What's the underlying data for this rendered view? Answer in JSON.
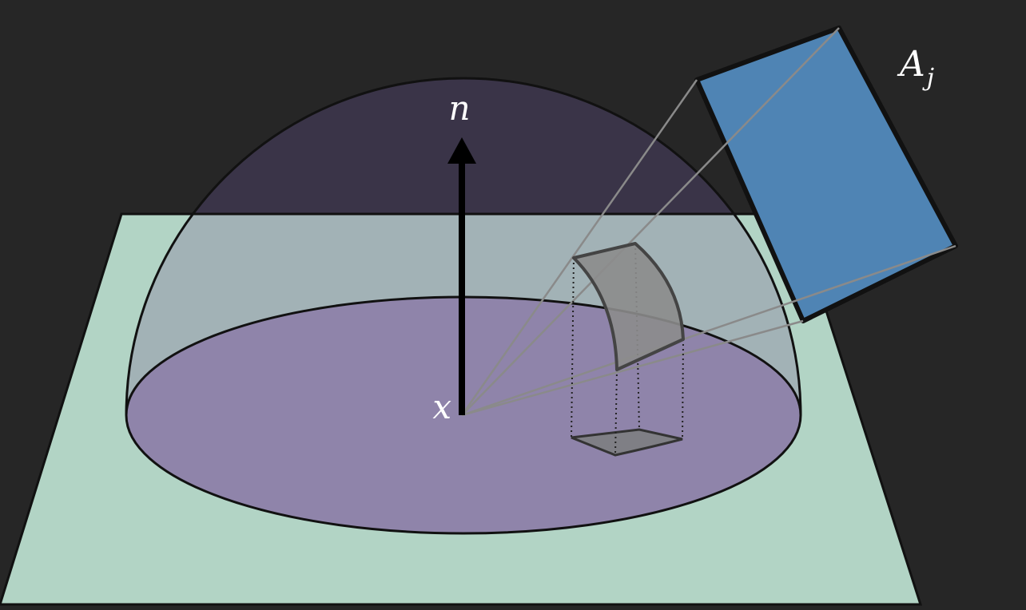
{
  "labels": {
    "normal": "n",
    "point": "x",
    "area_letter": "A",
    "area_subscript": "j"
  },
  "colors": {
    "background": "#262626",
    "ground_plane": "#b2d4c5",
    "disk": "#8f84aa",
    "hemisphere_top": "#3a3448",
    "hemisphere_glass": "#a2b2b6",
    "area_light": "#4f84b4",
    "area_light_overlap": "#5ca6d4",
    "patch": "#8c8c8c",
    "projected_patch": "#7f7f85",
    "ray": "#8a8a8a",
    "outline": "#111111",
    "label": "#ffffff"
  },
  "icons": [
    "up-arrow-icon"
  ]
}
